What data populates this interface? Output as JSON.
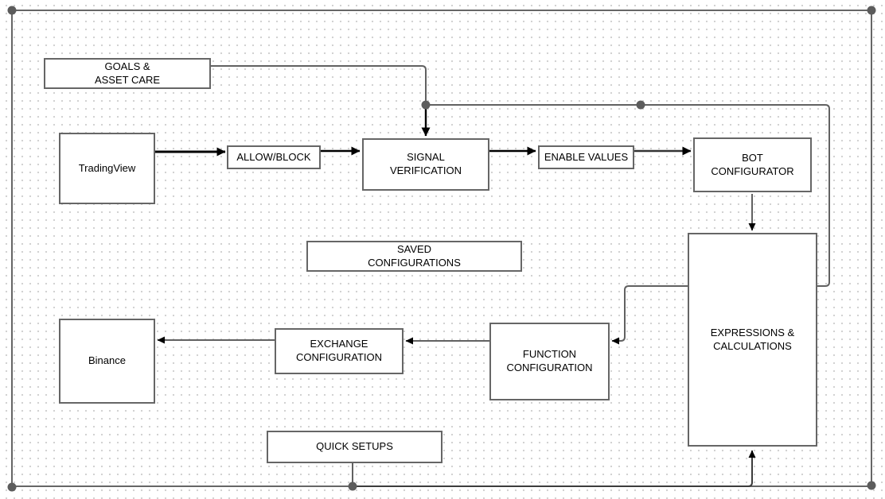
{
  "diagram": {
    "nodes": {
      "goals_asset_care": {
        "label": "GOALS &\nASSET CARE"
      },
      "tradingview": {
        "label": "TradingView"
      },
      "allow_block": {
        "label": "ALLOW/BLOCK"
      },
      "signal_verification": {
        "label": "SIGNAL\nVERIFICATION"
      },
      "enable_values": {
        "label": "ENABLE VALUES"
      },
      "bot_configurator": {
        "label": "BOT\nCONFIGURATOR"
      },
      "saved_configurations": {
        "label": "SAVED\nCONFIGURATIONS"
      },
      "expressions_calculations": {
        "label": "EXPRESSIONS &\nCALCULATIONS"
      },
      "function_configuration": {
        "label": "FUNCTION\nCONFIGURATION"
      },
      "exchange_configuration": {
        "label": "EXCHANGE\nCONFIGURATION"
      },
      "binance": {
        "label": "Binance"
      },
      "quick_setups": {
        "label": "QUICK SETUPS"
      }
    },
    "edges": [
      {
        "from": "TradingView",
        "to": "ALLOW/BLOCK",
        "style": "black-thick-arrow"
      },
      {
        "from": "ALLOW/BLOCK",
        "to": "SIGNAL VERIFICATION",
        "style": "black-arrow"
      },
      {
        "from": "SIGNAL VERIFICATION",
        "to": "ENABLE VALUES",
        "style": "black-arrow"
      },
      {
        "from": "ENABLE VALUES",
        "to": "BOT CONFIGURATOR",
        "style": "black-arrow"
      },
      {
        "from": "GOALS & ASSET CARE",
        "to": "SIGNAL VERIFICATION",
        "style": "gray-line-black-arrow-drop"
      },
      {
        "from": "GOALS & ASSET CARE",
        "to": "EXPRESSIONS & CALCULATIONS",
        "style": "gray-line-right-side"
      },
      {
        "from": "BOT CONFIGURATOR",
        "to": "EXPRESSIONS & CALCULATIONS",
        "style": "gray-arrow"
      },
      {
        "from": "EXPRESSIONS & CALCULATIONS",
        "to": "FUNCTION CONFIGURATION",
        "style": "gray-arrow"
      },
      {
        "from": "FUNCTION CONFIGURATION",
        "to": "EXCHANGE CONFIGURATION",
        "style": "gray-arrow"
      },
      {
        "from": "EXCHANGE CONFIGURATION",
        "to": "Binance",
        "style": "gray-arrow"
      },
      {
        "from": "QUICK SETUPS",
        "to": "EXPRESSIONS & CALCULATIONS",
        "style": "gray-arrow-bottom-route"
      }
    ],
    "colors": {
      "box_border": "#666666",
      "box_fill": "#ffffff",
      "edge_gray": "#616161",
      "edge_black": "#000000",
      "arrowhead": "#000000",
      "waypoint_dot": "#5c5c5c",
      "grid_dot": "#d0d0d0",
      "text": "#000000",
      "background": "#ffffff"
    }
  }
}
